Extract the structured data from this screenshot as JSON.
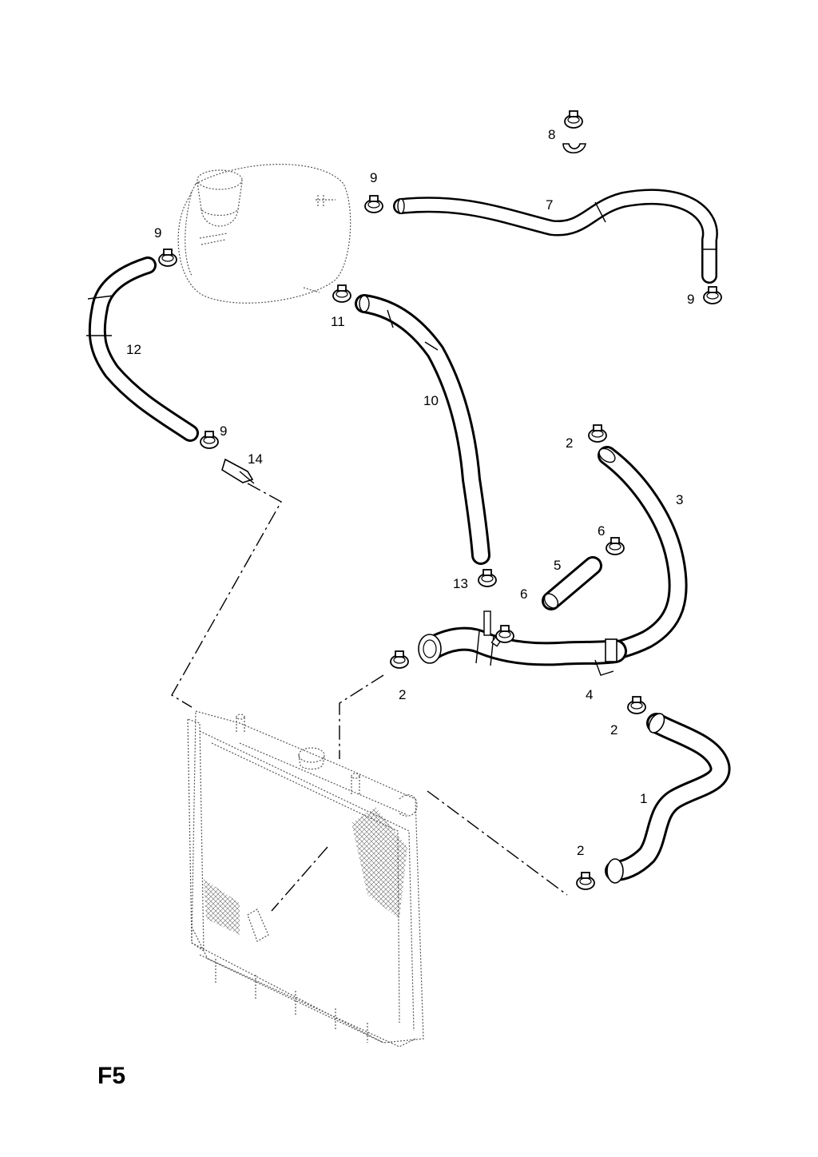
{
  "page_code": "F5",
  "callouts": [
    "1",
    "2",
    "2",
    "2",
    "2",
    "2",
    "3",
    "4",
    "5",
    "6",
    "6",
    "7",
    "8",
    "9",
    "9",
    "9",
    "9",
    "10",
    "11",
    "12",
    "13",
    "14"
  ]
}
